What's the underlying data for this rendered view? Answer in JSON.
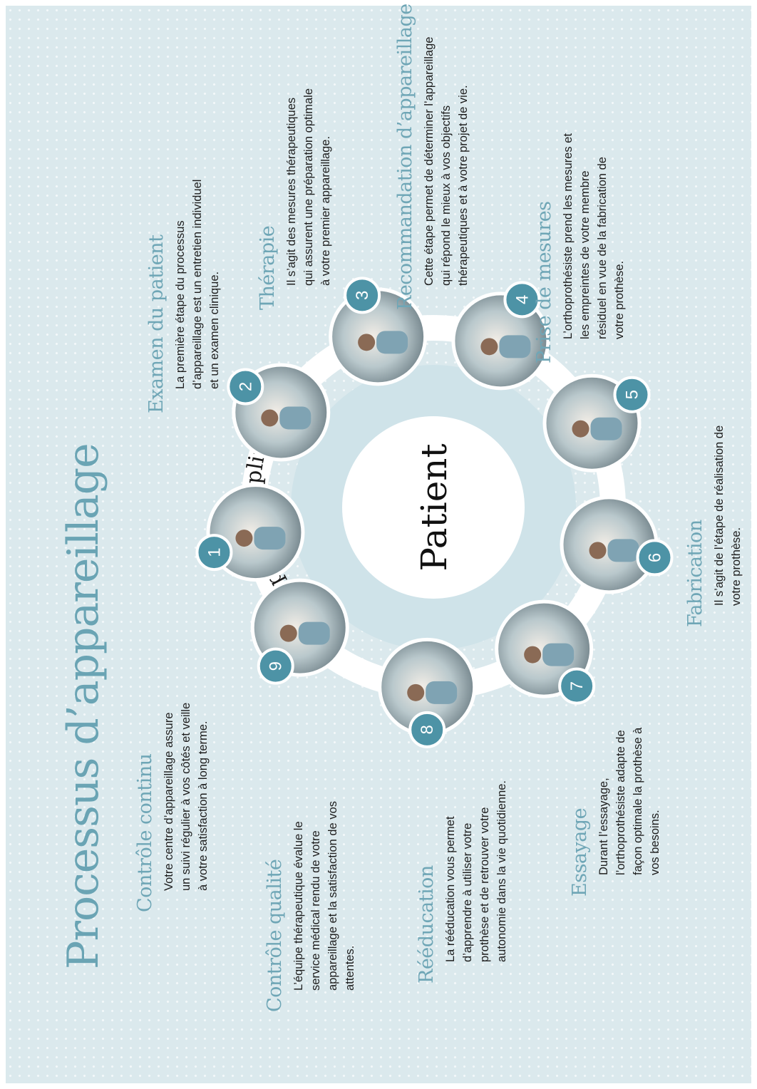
{
  "title": "Processus d’appareillage",
  "center": {
    "label": "Patient",
    "arc_label": "Equipe pluridisciplinaire"
  },
  "steps": [
    {
      "number": "1",
      "title": "Examen du patient",
      "description": "La première étape du processus d’appareillage est un entretien individuel et un examen clinique.",
      "photo": "patient-exam-photo"
    },
    {
      "number": "2",
      "title": "Thérapie",
      "description": "Il s’agit des mesures thérapeutiques qui assurent une préparation optimale à votre premier appareillage.",
      "photo": "therapy-photo"
    },
    {
      "number": "3",
      "title": "Recommandation d’appareillage",
      "description": "Cette étape permet de déterminer l’appareillage qui répond le mieux à vos objectifs thérapeutiques et à votre projet de vie.",
      "photo": "recommendation-photo"
    },
    {
      "number": "4",
      "title": "Prise de mesures",
      "description": "L’orthoprothésiste prend les mesures et les empreintes de votre membre résiduel en vue de la fabrication de votre prothèse.",
      "photo": "measurement-photo"
    },
    {
      "number": "5",
      "title": "Fabrication",
      "description": "Il s’agit de l’étape de réalisation de votre prothèse.",
      "photo": "fabrication-photo"
    },
    {
      "number": "6",
      "title": "Essayage",
      "description": "Durant l’essayage, l’orthoprothésiste adapte de façon optimale la prothèse à vos besoins.",
      "photo": "fitting-photo"
    },
    {
      "number": "7",
      "title": "Rééducation",
      "description": "La rééducation vous permet d’apprendre à utiliser votre prothèse et de retrouver votre autonomie dans la vie quotidienne.",
      "photo": "rehabilitation-photo"
    },
    {
      "number": "8",
      "title": "Contrôle qualité",
      "description": "L’équipe thérapeutique évalue le service médical rendu de votre appareillage et la satisfaction de vos attentes.",
      "photo": "quality-control-photo"
    },
    {
      "number": "9",
      "title": "Contrôle continu",
      "description": "Votre centre d’appareillage assure un suivi régulier à vos côtés et veille à votre satisfaction à long terme.",
      "photo": "continuous-control-photo"
    }
  ],
  "colors": {
    "background": "#dbe9ed",
    "accent": "#6aa4b4",
    "badge": "#4d93a6",
    "ring": "#ffffff",
    "inner_disc": "#cfe3e9"
  }
}
